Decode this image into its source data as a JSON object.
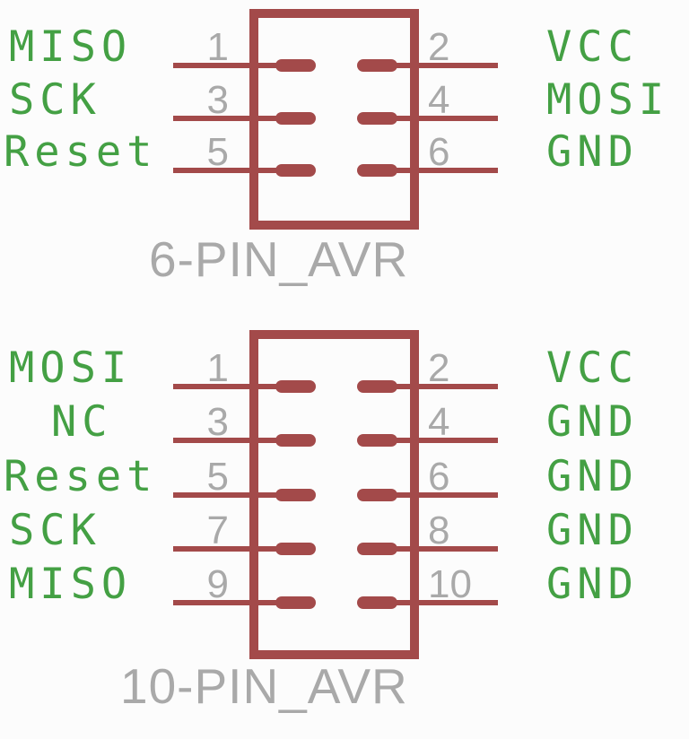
{
  "colors": {
    "connector": "#a34a4a",
    "net": "#44a044",
    "annotation": "#a9a9a9",
    "background": "#fcfcfc"
  },
  "connectors": [
    {
      "name": "6-PIN_AVR",
      "rows": [
        {
          "left_label": "MISO",
          "left_number": "1",
          "right_number": "2",
          "right_label": "VCC"
        },
        {
          "left_label": "SCK",
          "left_number": "3",
          "right_number": "4",
          "right_label": "MOSI"
        },
        {
          "left_label": "Reset",
          "left_number": "5",
          "right_number": "6",
          "right_label": "GND"
        }
      ]
    },
    {
      "name": "10-PIN_AVR",
      "rows": [
        {
          "left_label": "MOSI",
          "left_number": "1",
          "right_number": "2",
          "right_label": "VCC"
        },
        {
          "left_label": "NC",
          "left_number": "3",
          "right_number": "4",
          "right_label": "GND"
        },
        {
          "left_label": "Reset",
          "left_number": "5",
          "right_number": "6",
          "right_label": "GND"
        },
        {
          "left_label": "SCK",
          "left_number": "7",
          "right_number": "8",
          "right_label": "GND"
        },
        {
          "left_label": "MISO",
          "left_number": "9",
          "right_number": "10",
          "right_label": "GND"
        }
      ]
    }
  ]
}
